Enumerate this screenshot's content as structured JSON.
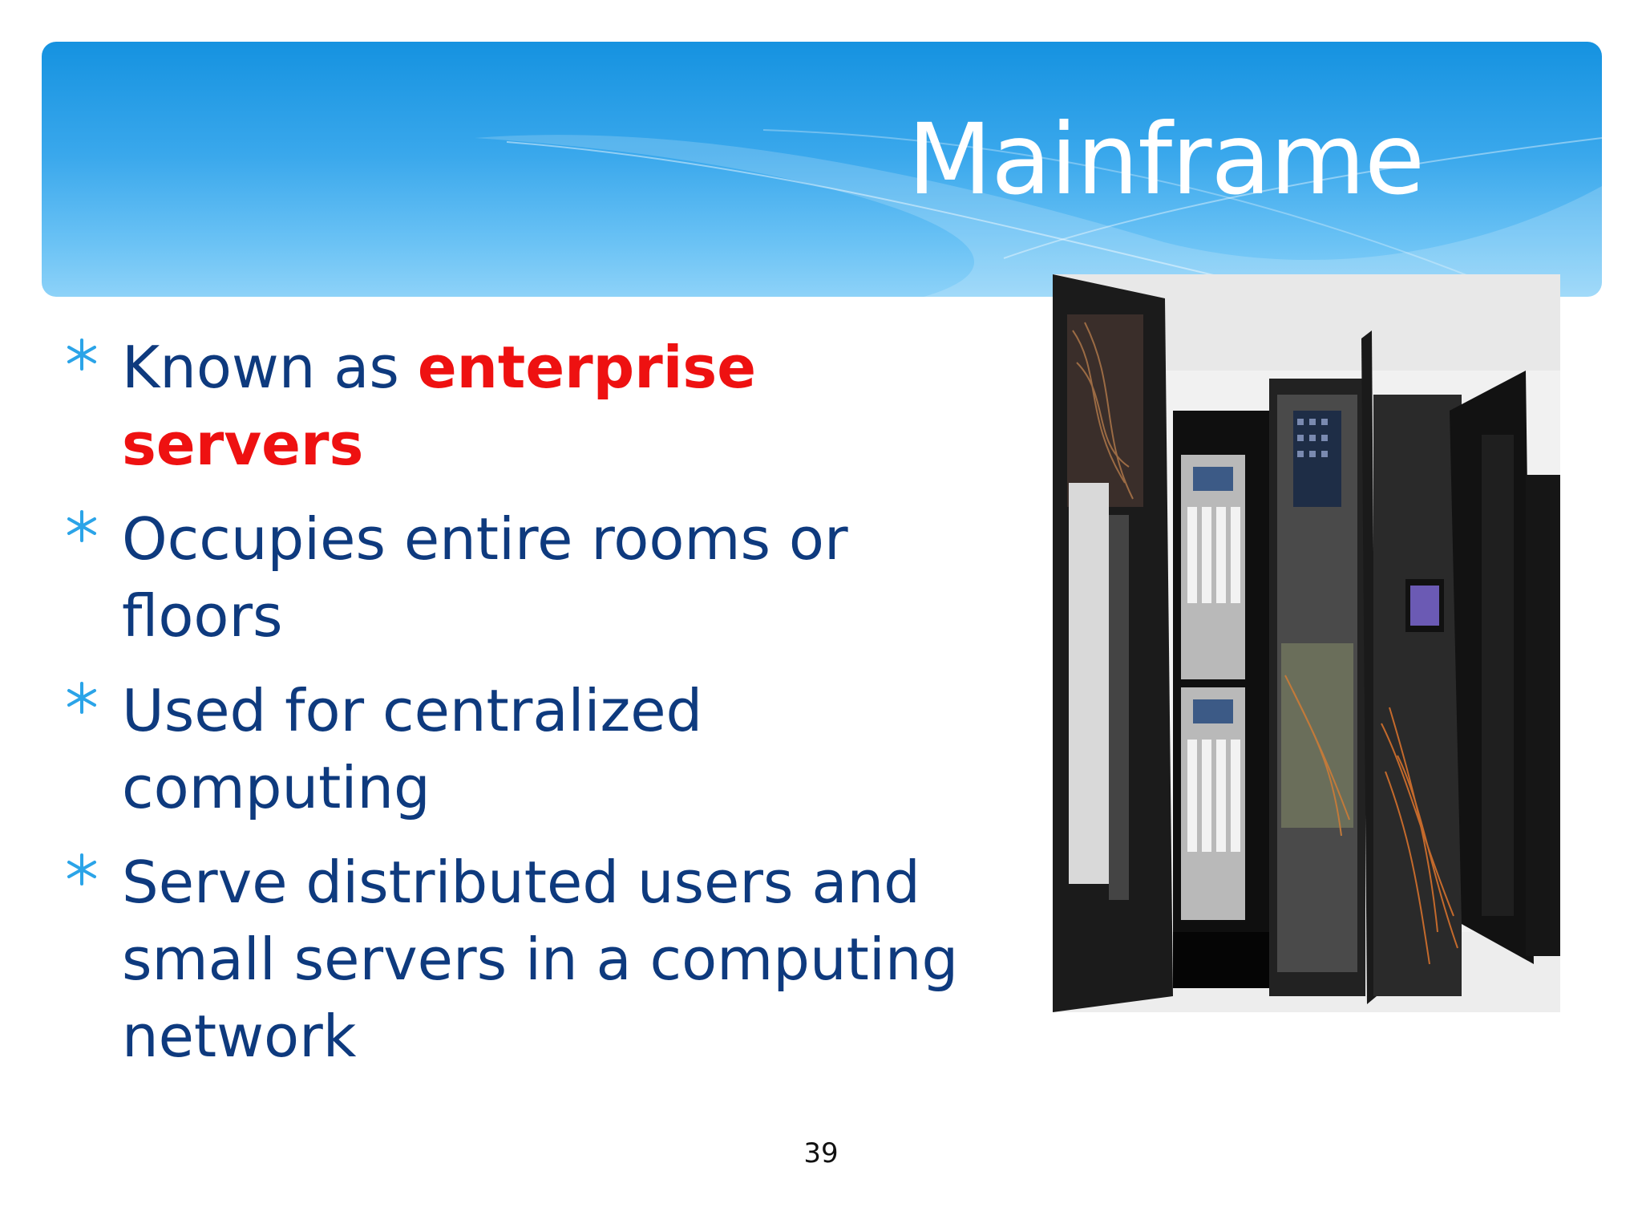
{
  "slide": {
    "title": "Mainframe",
    "bullets": [
      {
        "text_before": "Known as ",
        "highlight": "enterprise servers",
        "text_after": ""
      },
      {
        "text_before": "Occupies entire rooms or floors",
        "highlight": "",
        "text_after": ""
      },
      {
        "text_before": "Used for centralized computing",
        "highlight": "",
        "text_after": ""
      },
      {
        "text_before": "Serve distributed users and small servers in a computing network",
        "highlight": "",
        "text_after": ""
      }
    ],
    "page_number": "39"
  },
  "colors": {
    "banner": "#1592e0",
    "title_text": "#ffffff",
    "body_text": "#0e3a7e",
    "highlight": "#ee1111",
    "bullet_icon": "#2ba4e8"
  },
  "icons": {
    "bullet": "asterisk-icon"
  }
}
